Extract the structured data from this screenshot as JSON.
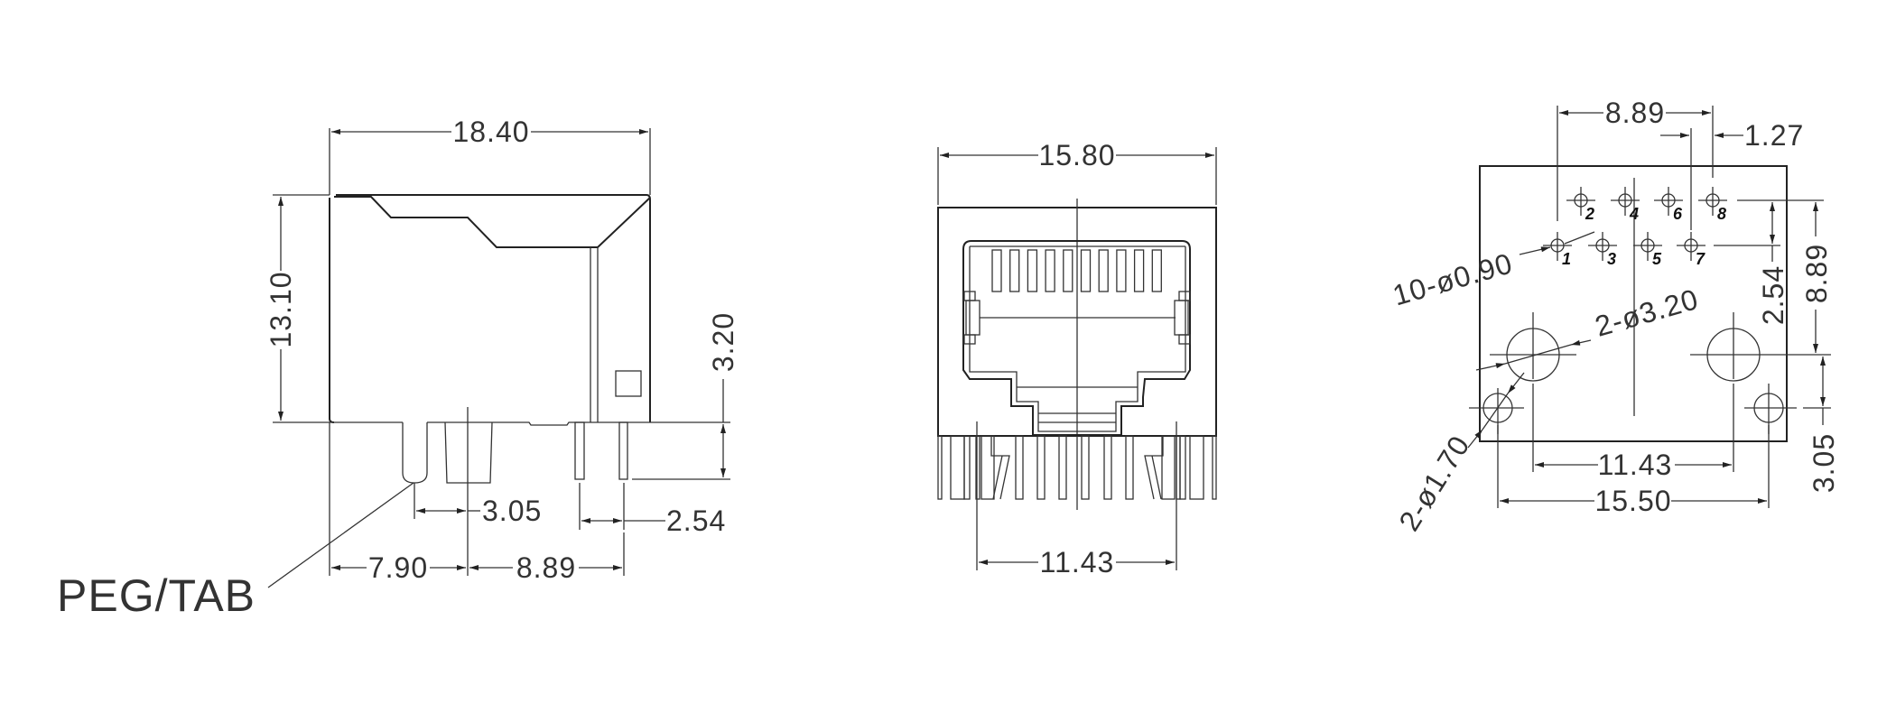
{
  "side_view": {
    "width": "18.40",
    "height": "13.10",
    "pin_length": "3.20",
    "peg_to_center": "3.05",
    "pin_pitch": "2.54",
    "front_to_center": "7.90",
    "center_to_pin": "8.89",
    "callout": "PEG/TAB"
  },
  "front_view": {
    "width": "15.80",
    "peg_spacing": "11.43"
  },
  "footprint_view": {
    "pin_span": "8.89",
    "pin_offset": "1.27",
    "row_spacing": "2.54",
    "pin_to_hole": "8.89",
    "hole_to_small_hole": "3.05",
    "large_hole_spacing": "11.43",
    "small_hole_spacing": "15.50",
    "pin_holes": "10-ø0.90",
    "large_holes": "2-ø3.20",
    "small_holes": "2-ø1.70",
    "pin_numbers": [
      "1",
      "2",
      "3",
      "4",
      "5",
      "6",
      "7",
      "8"
    ]
  }
}
